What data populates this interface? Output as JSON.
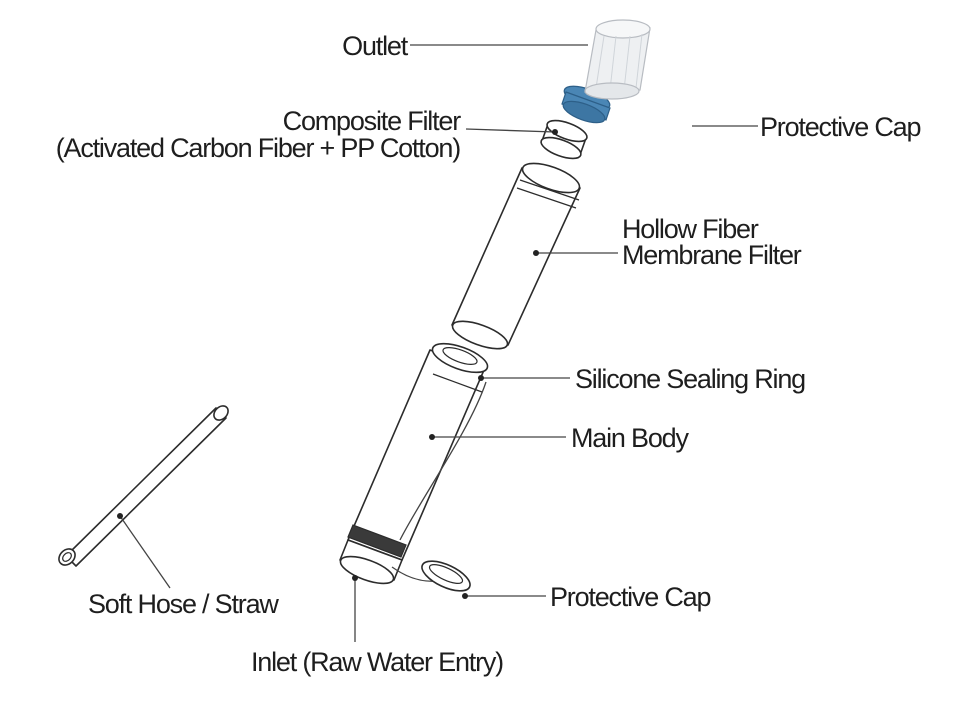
{
  "labels": {
    "outlet": "Outlet",
    "composite_filter_line1": "Composite Filter",
    "composite_filter_line2": "(Activated Carbon Fiber + PP Cotton)",
    "protective_cap_top": "Protective Cap",
    "hollow_fiber_line1": "Hollow Fiber",
    "hollow_fiber_line2": "Membrane Filter",
    "silicone_ring": "Silicone Sealing Ring",
    "main_body": "Main Body",
    "protective_cap_bottom": "Protective Cap",
    "soft_hose": "Soft Hose / Straw",
    "inlet": "Inlet (Raw Water Entry)"
  },
  "colors": {
    "outlet_cap": "#eef0f2",
    "blue_seal": "#4a86b5",
    "outline": "#2c2c2c"
  }
}
